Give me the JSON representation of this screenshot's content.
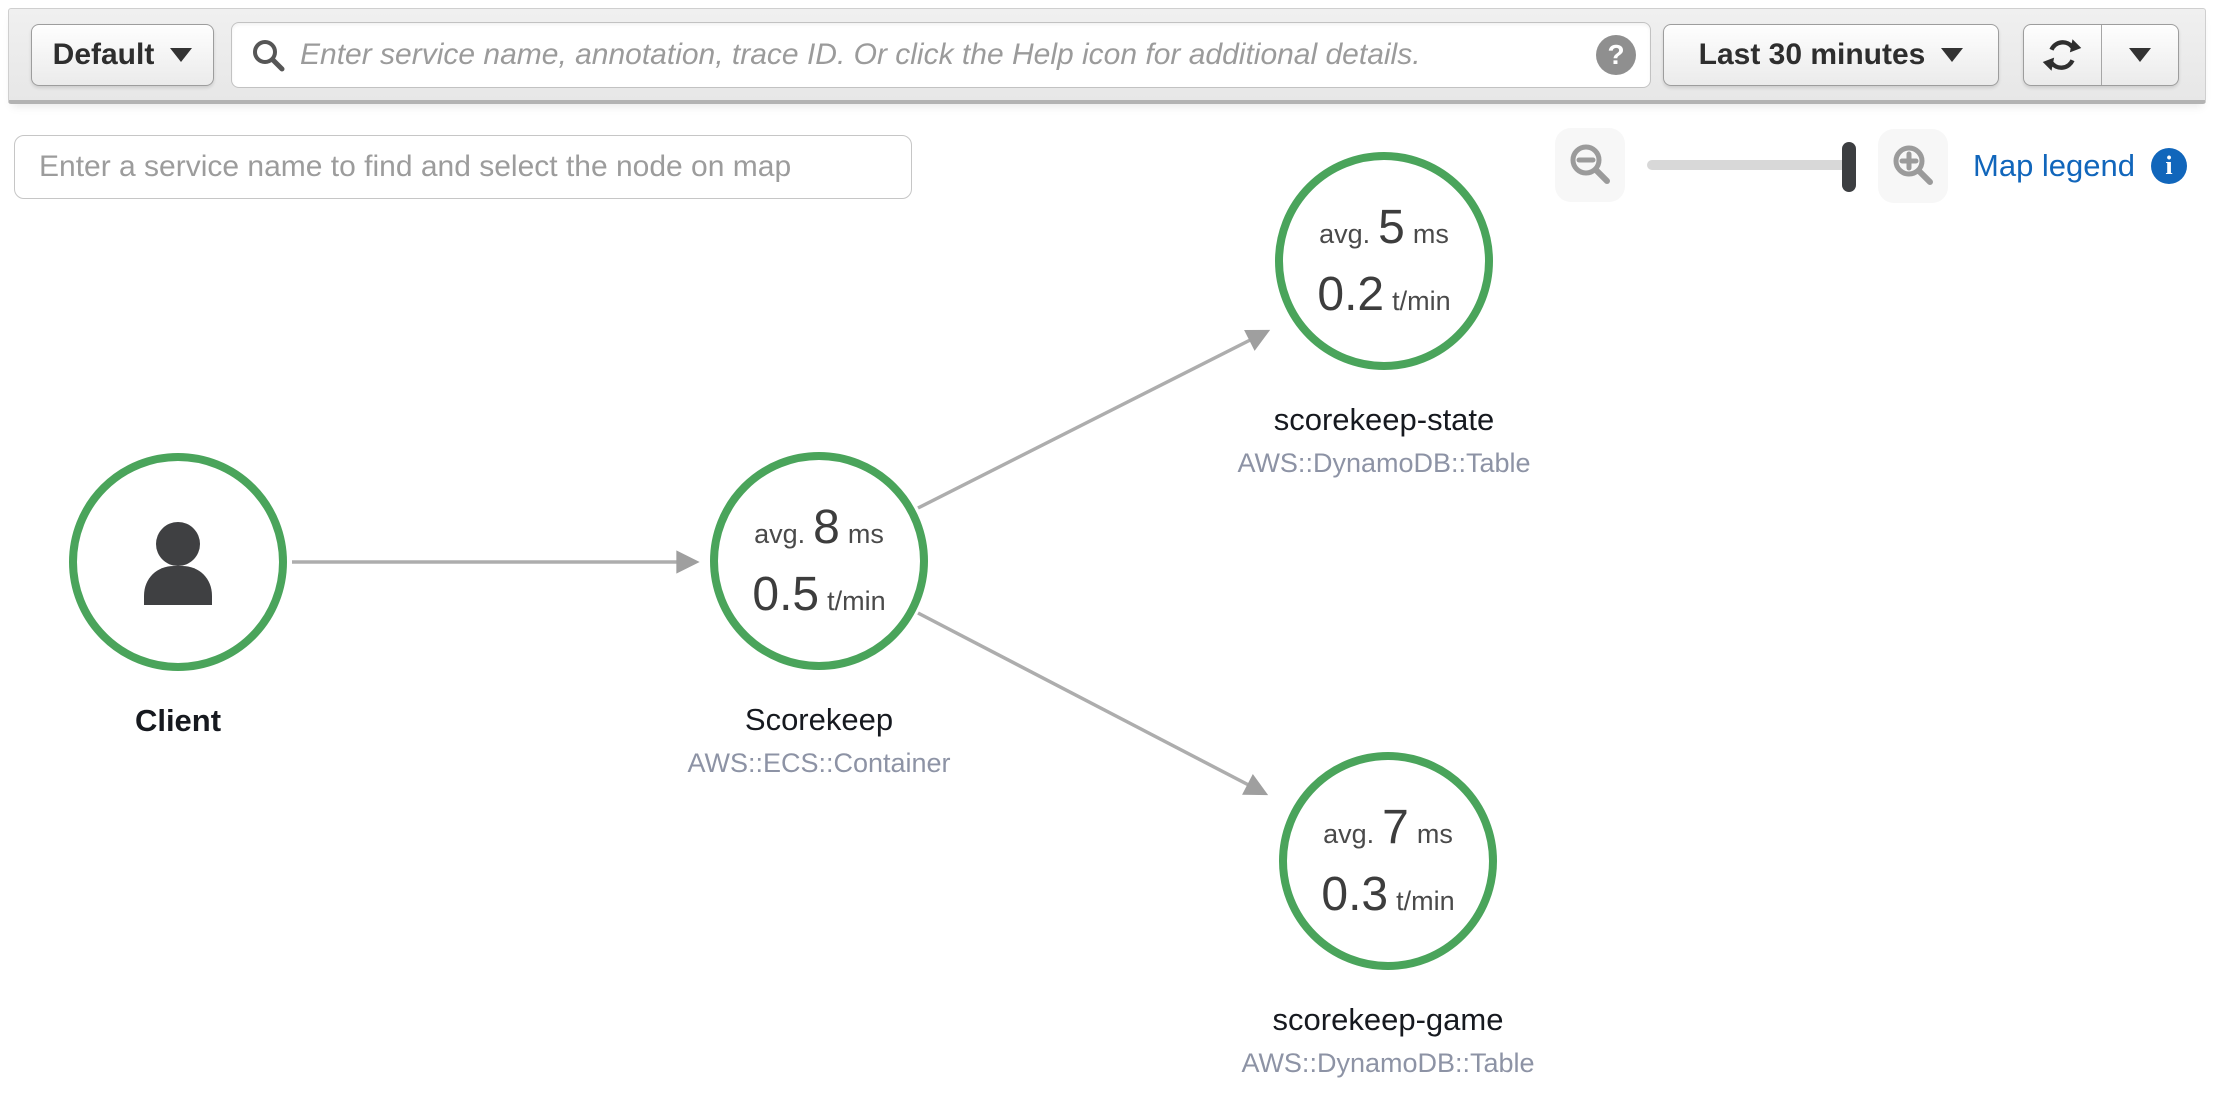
{
  "toolbar": {
    "group_button": "Default",
    "search": {
      "placeholder": "Enter service name, annotation, trace ID. Or click the Help icon for additional details."
    },
    "help_icon_glyph": "?",
    "time_range_button": "Last 30 minutes",
    "icons": [
      "dropdown-caret-icon",
      "search-icon",
      "question-mark-help-icon",
      "refresh-icon"
    ]
  },
  "map_toolbar": {
    "find_input_placeholder": "Enter a service name to find and select the node on map",
    "legend_link": "Map legend",
    "legend_info_glyph": "i",
    "icons": [
      "zoom-out-icon",
      "zoom-in-icon",
      "info-icon"
    ],
    "zoom_slider_position": "near-max"
  },
  "colors": {
    "healthy_node_green": "#4aa45b",
    "edge_gray": "#adadad",
    "link_blue": "#1166bb",
    "node_type_gray": "#8d93a5",
    "toolbar_gray": "#ececec"
  },
  "nodes": [
    {
      "id": "client",
      "label": "Client",
      "type": "",
      "icon": "user-icon"
    },
    {
      "id": "scorekeep",
      "label": "Scorekeep",
      "type": "AWS::ECS::Container",
      "avg_label": "avg.",
      "latency": "8",
      "latency_unit": "ms",
      "rate": "0.5",
      "rate_unit": "t/min"
    },
    {
      "id": "scorekeep-state",
      "label": "scorekeep-state",
      "type": "AWS::DynamoDB::Table",
      "avg_label": "avg.",
      "latency": "5",
      "latency_unit": "ms",
      "rate": "0.2",
      "rate_unit": "t/min"
    },
    {
      "id": "scorekeep-game",
      "label": "scorekeep-game",
      "type": "AWS::DynamoDB::Table",
      "avg_label": "avg.",
      "latency": "7",
      "latency_unit": "ms",
      "rate": "0.3",
      "rate_unit": "t/min"
    }
  ],
  "edges": [
    {
      "from": "Client",
      "to": "Scorekeep"
    },
    {
      "from": "Scorekeep",
      "to": "scorekeep-state"
    },
    {
      "from": "Scorekeep",
      "to": "scorekeep-game"
    }
  ]
}
